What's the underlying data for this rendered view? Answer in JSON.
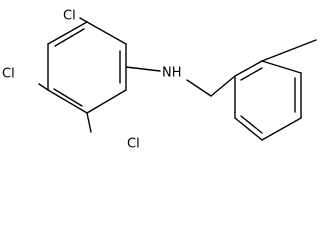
{
  "molecule": {
    "atoms": {
      "cl1": "Cl",
      "cl2": "Cl",
      "cl3": "Cl",
      "nh": "NH"
    }
  },
  "colors": {
    "bond": "#000000",
    "label": "#000000",
    "background": "#ffffff"
  }
}
